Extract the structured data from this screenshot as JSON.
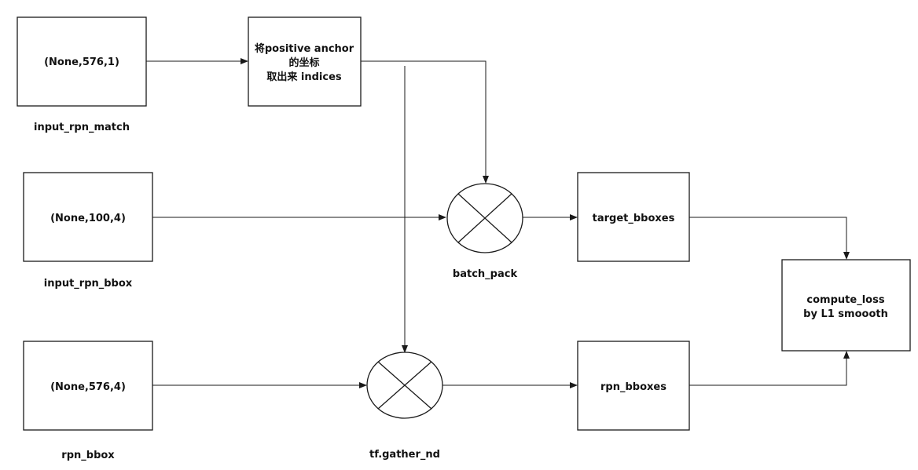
{
  "diagram": {
    "nodes": {
      "rpn_match_shape": {
        "lines": [
          "(None,576,1)"
        ],
        "caption": "input_rpn_match"
      },
      "positive_indices": {
        "lines": [
          "将positive anchor",
          "的坐标",
          "取出来 indices"
        ]
      },
      "rpn_bbox_input_shape": {
        "lines": [
          "(None,100,4)"
        ],
        "caption": "input_rpn_bbox"
      },
      "rpn_bbox_pred_shape": {
        "lines": [
          "(None,576,4)"
        ],
        "caption": "rpn_bbox"
      },
      "batch_pack": {
        "caption": "batch_pack"
      },
      "gather_nd": {
        "caption": "tf.gather_nd"
      },
      "target_bboxes": {
        "lines": [
          "target_bboxes"
        ]
      },
      "rpn_bboxes": {
        "lines": [
          "rpn_bboxes"
        ]
      },
      "compute_loss": {
        "lines": [
          "compute_loss",
          "by L1 smoooth"
        ]
      }
    },
    "edges": [
      {
        "from": "rpn_match_shape",
        "to": "positive_indices"
      },
      {
        "from": "positive_indices",
        "to": "batch_pack"
      },
      {
        "from": "positive_indices",
        "to": "gather_nd"
      },
      {
        "from": "rpn_bbox_input_shape",
        "to": "batch_pack"
      },
      {
        "from": "rpn_bbox_pred_shape",
        "to": "gather_nd"
      },
      {
        "from": "batch_pack",
        "to": "target_bboxes"
      },
      {
        "from": "gather_nd",
        "to": "rpn_bboxes"
      },
      {
        "from": "target_bboxes",
        "to": "compute_loss"
      },
      {
        "from": "rpn_bboxes",
        "to": "compute_loss"
      }
    ]
  }
}
